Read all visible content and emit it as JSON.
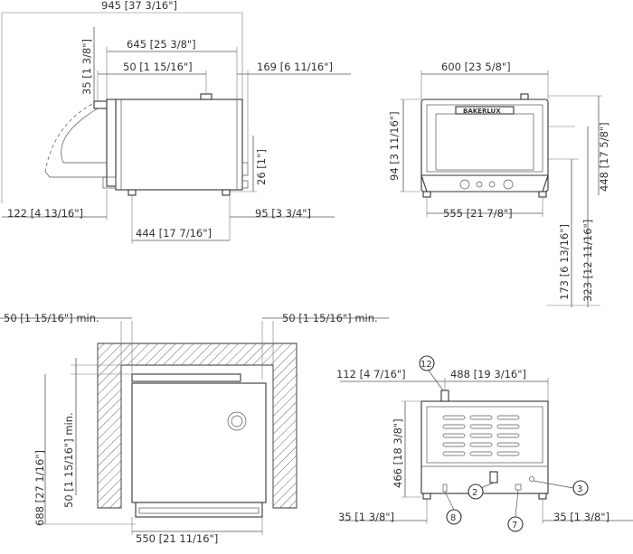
{
  "side_view": {
    "dim_total_width": "945 [37 3/16\"]",
    "dim_body_width": "645 [25 3/8\"]",
    "dim_top_offset": "50 [1 15/16\"]",
    "dim_right_depth": "169 [6 11/16\"]",
    "dim_left_vertical": "35 [1 3/8\"]",
    "dim_foot_height": "26 [1\"]",
    "dim_left_bottom": "122 [4 13/16\"]",
    "dim_right_bottom": "95 [3 3/4\"]",
    "dim_feet_span": "444 [17 7/16\"]"
  },
  "front_view": {
    "dim_width": "600 [23 5/8\"]",
    "dim_panel_height": "94 [3 11/16\"]",
    "dim_height": "448 [17 5/8\"]",
    "dim_base_width": "555 [21 7/8\"]",
    "dim_tray_height": "173 [6 13/16\"]",
    "dim_interior_height": "323 [12 11/16\"]",
    "brand": "BAKERLUX"
  },
  "top_view": {
    "dim_left_clearance": "50 [1 15/16\"] min.",
    "dim_right_clearance": "50 [1 15/16\"] min.",
    "dim_back_clearance": "50 [1 15/16\"] min.",
    "dim_depth": "688 [27 1/16\"]",
    "dim_width": "550 [21 11/16\"]"
  },
  "back_view": {
    "dim_left_offset": "112 [4 7/16\"]",
    "dim_width": "488 [19 3/16\"]",
    "dim_height": "466 [18 3/8\"]",
    "dim_bottom_left": "35 [1 3/8\"]",
    "dim_bottom_right": "35 [1 3/8\"]",
    "callouts": [
      "12",
      "3",
      "2",
      "8",
      "7"
    ]
  }
}
